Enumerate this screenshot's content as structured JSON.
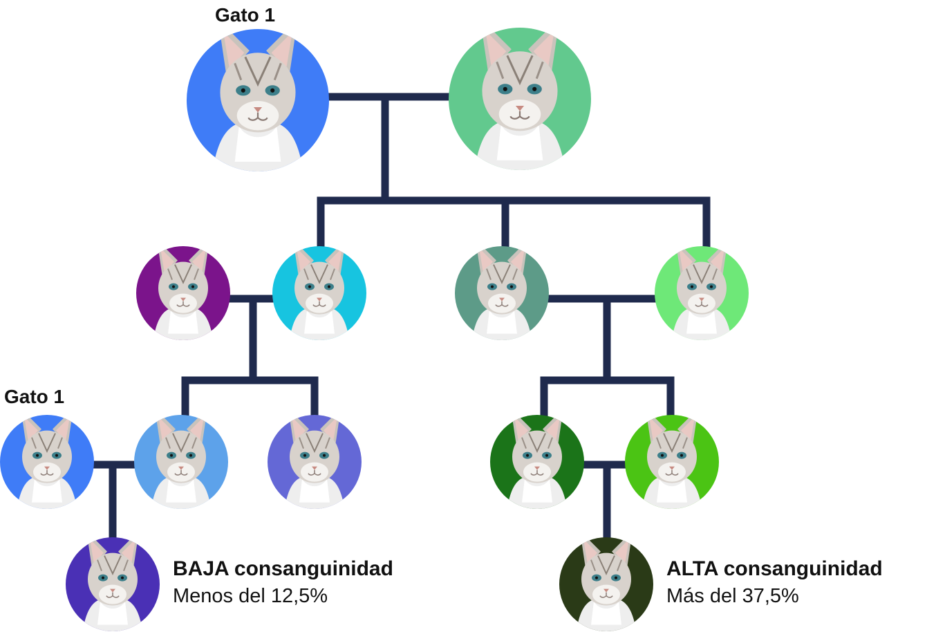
{
  "labels": {
    "gato_top": "Gato 1",
    "gato_left": "Gato 1"
  },
  "results": {
    "low": {
      "title": "BAJA consanguinidad",
      "subtitle": "Menos del 12,5%"
    },
    "high": {
      "title": "ALTA consanguinidad",
      "subtitle": "Más del 37,5%"
    }
  },
  "colors": {
    "connector": "#1f2a4d",
    "gato1": "#3f7cf7",
    "gen1_mate": "#62c98e",
    "gen2_a": "#7b148b",
    "gen2_b": "#17c4e0",
    "gen2_c": "#5d9b88",
    "gen2_d": "#6ee878",
    "gen3_a": "#5da2ea",
    "gen3_b": "#6468d6",
    "gen3_c": "#1b7419",
    "gen3_d": "#4bc414",
    "offspring_low": "#4a30b5",
    "offspring_high": "#2a3a17"
  },
  "icons": {
    "cat": "cat-portrait-icon"
  }
}
